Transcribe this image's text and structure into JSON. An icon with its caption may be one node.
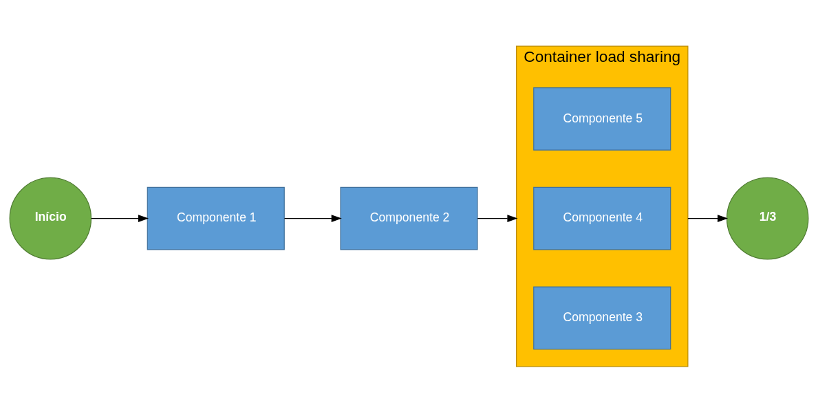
{
  "diagram": {
    "nodes": [
      {
        "text": [
          "Início"
        ]
      },
      {
        "text": [
          "Componente 1"
        ]
      },
      {
        "text": [
          "Componente 2"
        ]
      },
      {
        "text": [
          "Container load sharing"
        ]
      },
      {
        "text": [
          "Componente 3"
        ],
        "in": 3
      },
      {
        "text": [
          "Componente 4"
        ],
        "in": 3
      },
      {
        "text": [
          "Componente 5"
        ],
        "in": 3
      },
      {
        "text": [
          "1/3"
        ]
      }
    ],
    "edges": [
      {
        "from": 0,
        "to": 1,
        "arrow": "to"
      },
      {
        "from": 1,
        "to": 2,
        "arrow": "to"
      },
      {
        "from": 2,
        "to": 3,
        "arrow": "to"
      },
      {
        "from": 3,
        "to": 7,
        "arrow": "to"
      }
    ]
  }
}
